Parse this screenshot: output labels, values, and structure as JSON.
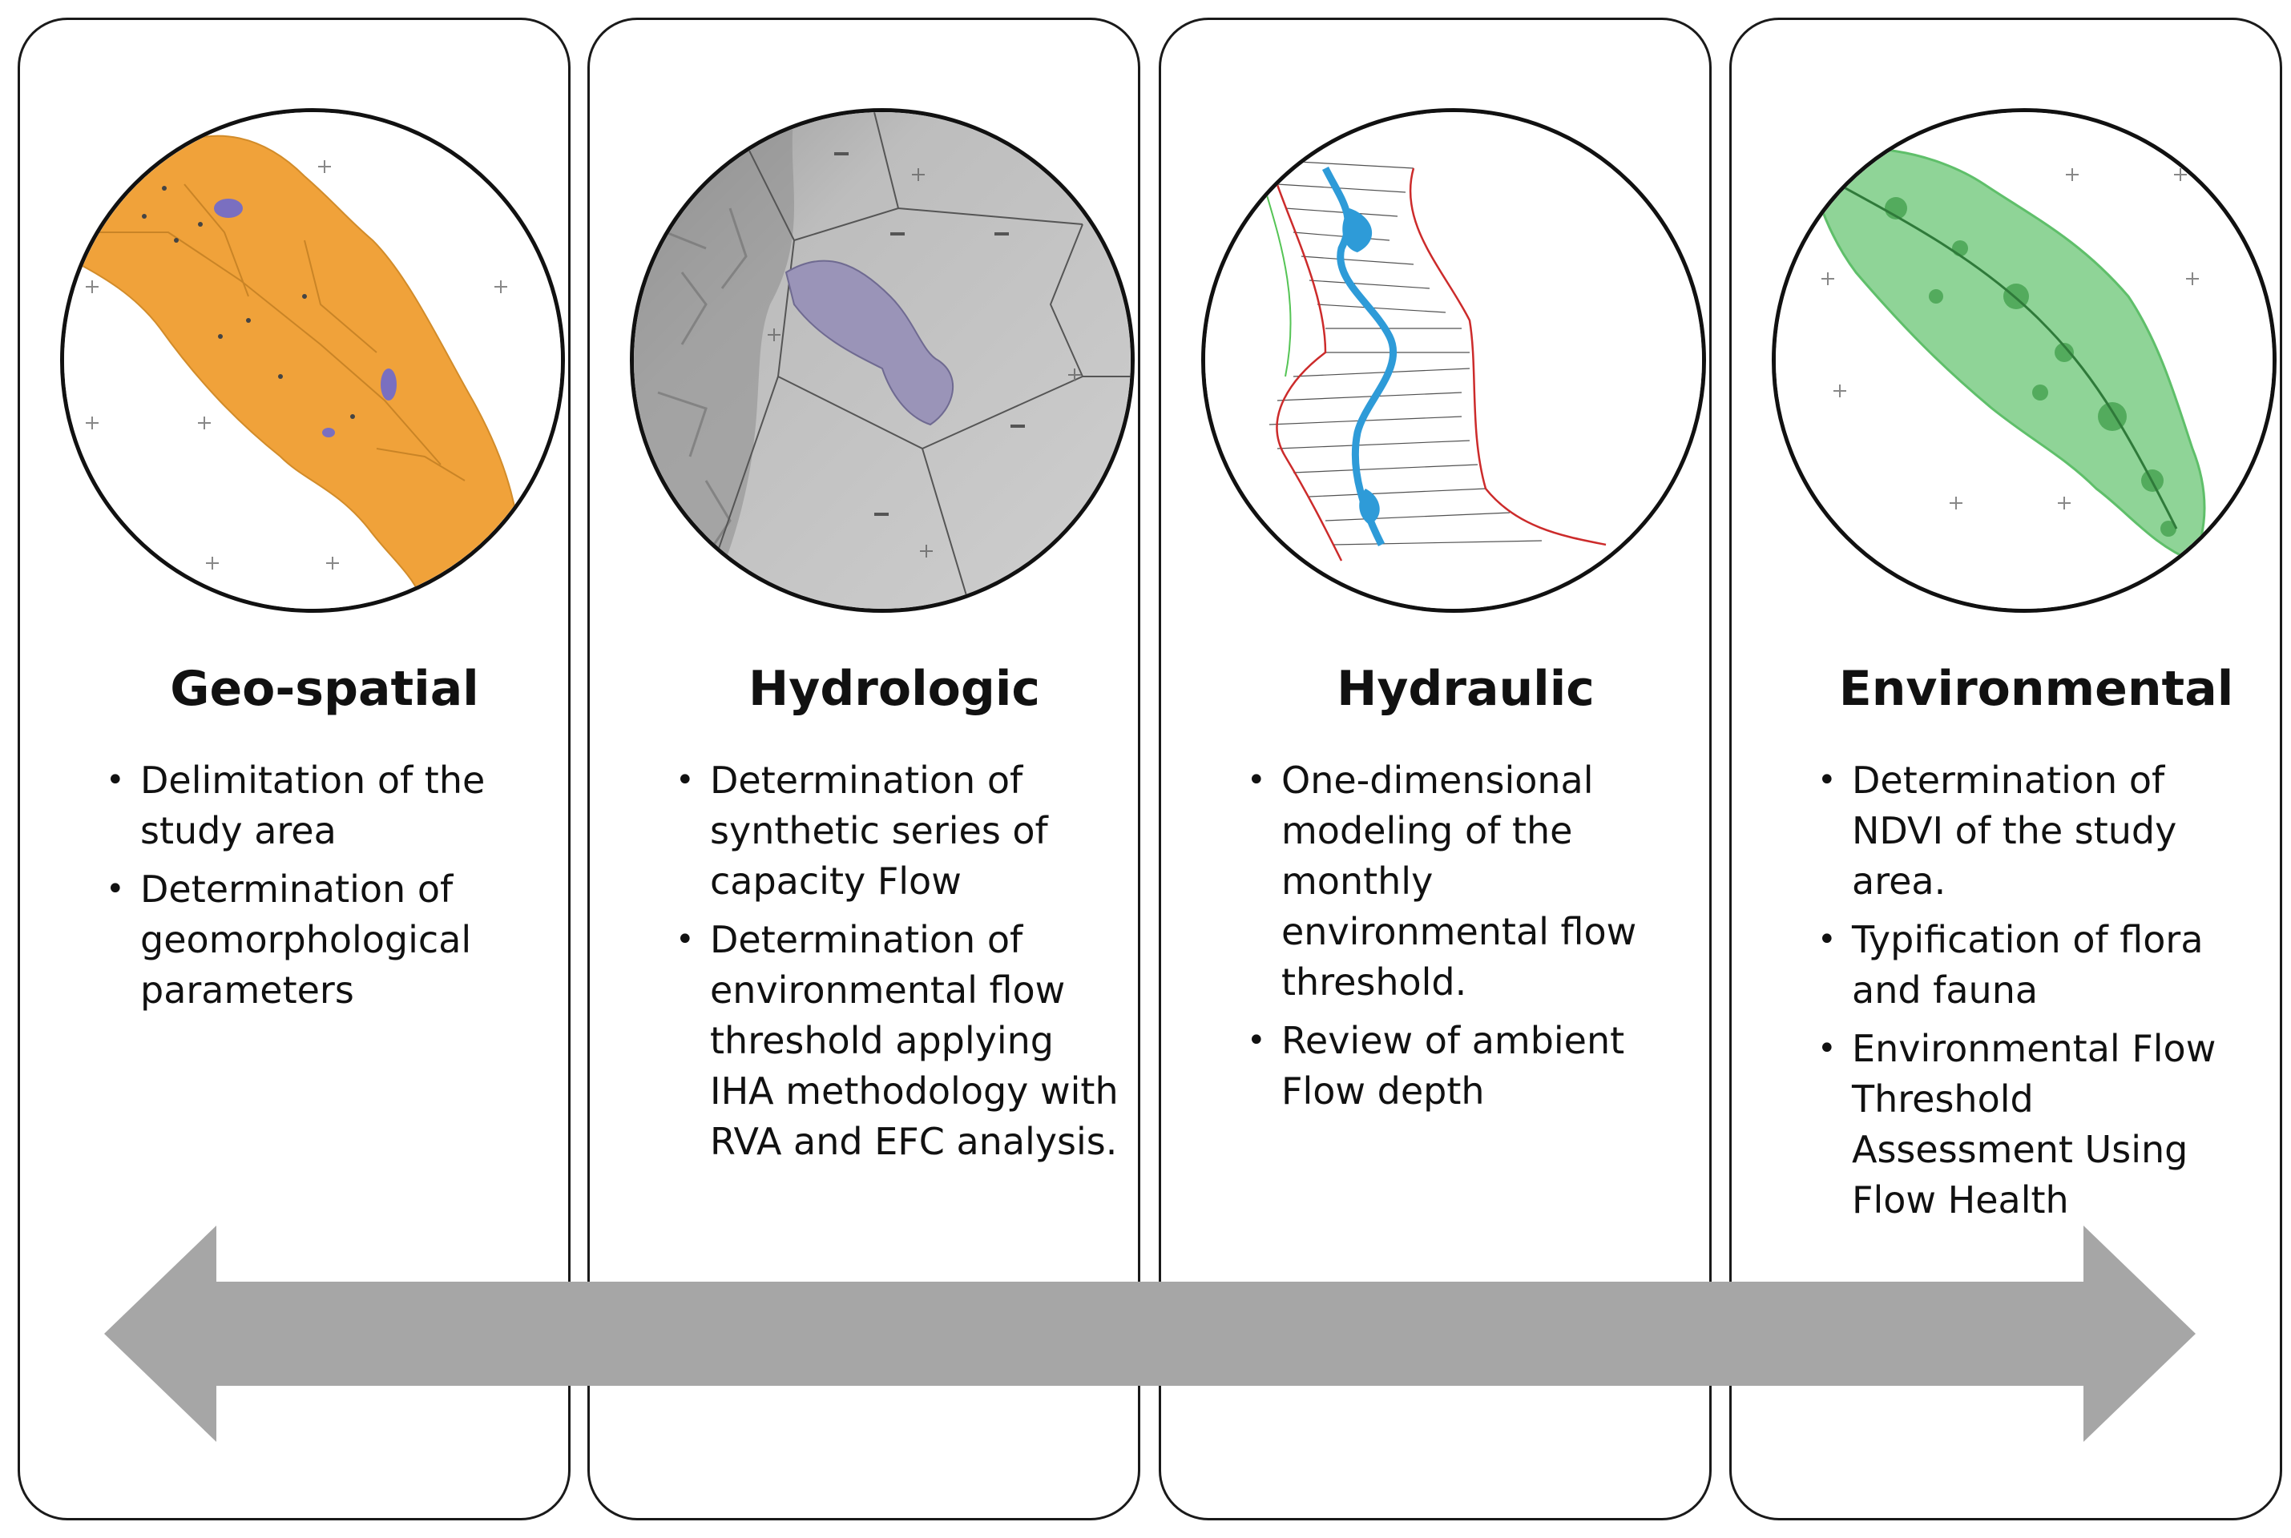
{
  "panels": [
    {
      "id": "geo-spatial",
      "title": "Geo-spatial",
      "thumbnail": "orange study-area map",
      "color": "#F0A23A",
      "bullets": [
        "Delimitation of the study area",
        "Determination of geomorphological parameters"
      ]
    },
    {
      "id": "hydrologic",
      "title": "Hydrologic",
      "thumbnail": "hillshade relief map with polygons",
      "color": "#A8A8A8",
      "bullets": [
        "Determination of synthetic series of capacity Flow",
        "Determination of environmental flow threshold applying IHA methodology with RVA and EFC analysis."
      ]
    },
    {
      "id": "hydraulic",
      "title": "Hydraulic",
      "thumbnail": "river cross-section model",
      "color": "#2E9BD8",
      "bullets": [
        "One-dimensional modeling of the monthly environmental flow threshold.",
        "Review of ambient Flow depth"
      ]
    },
    {
      "id": "environmental",
      "title": "Environmental",
      "thumbnail": "green NDVI map",
      "color": "#5FBF6A",
      "bullets": [
        "Determination of NDVI of the study area.",
        "Typification of flora and fauna",
        "Environmental Flow Threshold Assessment Using Flow Health"
      ]
    }
  ],
  "connector": {
    "icon": "double-headed-arrow-icon",
    "color": "#A6A6A6"
  }
}
